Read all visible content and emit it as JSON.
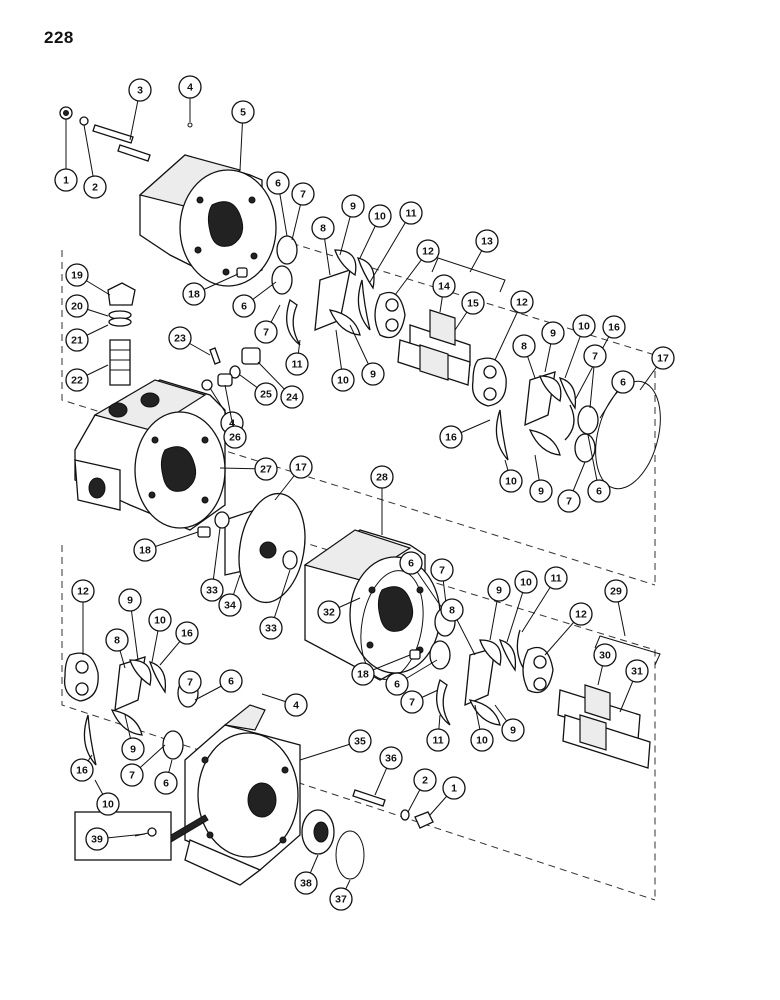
{
  "page_number": "228",
  "callout_labels": [
    "1",
    "2",
    "3",
    "4",
    "5",
    "6",
    "7",
    "8",
    "9",
    "10",
    "11",
    "12",
    "13",
    "14",
    "15",
    "16",
    "17",
    "18",
    "19",
    "20",
    "21",
    "22",
    "23",
    "24",
    "25",
    "26",
    "27",
    "28",
    "29",
    "30",
    "31",
    "32",
    "33",
    "34",
    "35",
    "36",
    "37",
    "38",
    "39"
  ]
}
